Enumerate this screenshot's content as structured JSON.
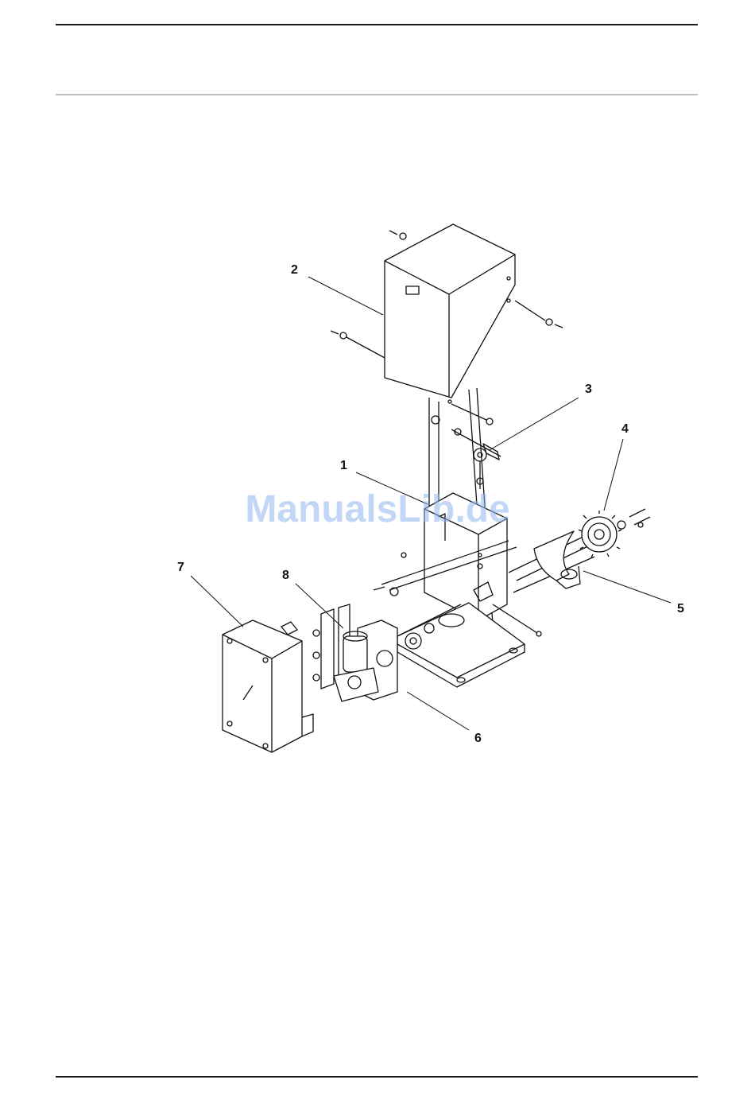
{
  "watermark": "ManualsLib.de",
  "callouts": {
    "c1": "1",
    "c2": "2",
    "c3": "3",
    "c4": "4",
    "c5": "5",
    "c6": "6",
    "c7": "7",
    "c8": "8"
  }
}
